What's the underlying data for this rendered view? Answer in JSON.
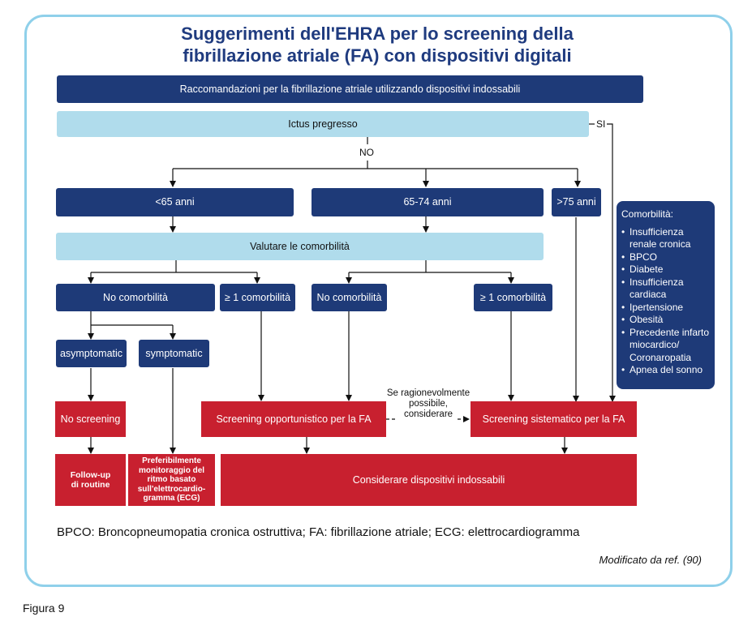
{
  "title_line1": "Suggerimenti dell'EHRA per lo screening della",
  "title_line2": "fibrillazione atriale (FA) con dispositivi digitali",
  "header": "Raccomandazioni per la fibrillazione atriale utilizzando dispositivi indossabili",
  "prior_stroke": "Ictus pregresso",
  "yes": "SI",
  "no": "NO",
  "age_under65": "<65 anni",
  "age_65_74": "65-74 anni",
  "age_over75": ">75 anni",
  "evaluate": "Valutare le comorbilità",
  "no_comorb": "No comorbilità",
  "ge1_comorb": "≥ 1 comorbilità",
  "asymptomatic": "asymptomatic",
  "symptomatic": "symptomatic",
  "no_screening": "No screening",
  "opportunistic": "Screening opportunistico per la FA",
  "systematic": "Screening sistematico per la FA",
  "reasonable_1": "Se ragionevolmente",
  "reasonable_2": "possibile,",
  "reasonable_3": "considerare",
  "followup_1": "Follow-up",
  "followup_2": "di routine",
  "ecg_1": "Preferibilmente",
  "ecg_2": "monitoraggio del",
  "ecg_3": "ritmo basato",
  "ecg_4": "sull'elettrocardio-",
  "ecg_5": "gramma (ECG)",
  "wearables": "Considerare dispositivi indossabili",
  "comorb_title": "Comorbilità:",
  "comorb_items": [
    "Insufficienza renale cronica",
    "BPCO",
    "Diabete",
    "Insufficienza cardiaca",
    "Ipertensione",
    "Obesità",
    "Precedente infarto miocardico/ Coronaropatia",
    "Apnea del sonno"
  ],
  "footnote": "BPCO: Broncopneumopatia cronica ostruttiva; FA: fibrillazione atriale; ECG: elettrocardiogramma",
  "source": "Modificato da ref. (90)",
  "figure_label": "Figura 9",
  "colors": {
    "navy": "#1e3a78",
    "light_blue": "#b0dcec",
    "red": "#c8202f",
    "frame": "#8fd0ea"
  }
}
